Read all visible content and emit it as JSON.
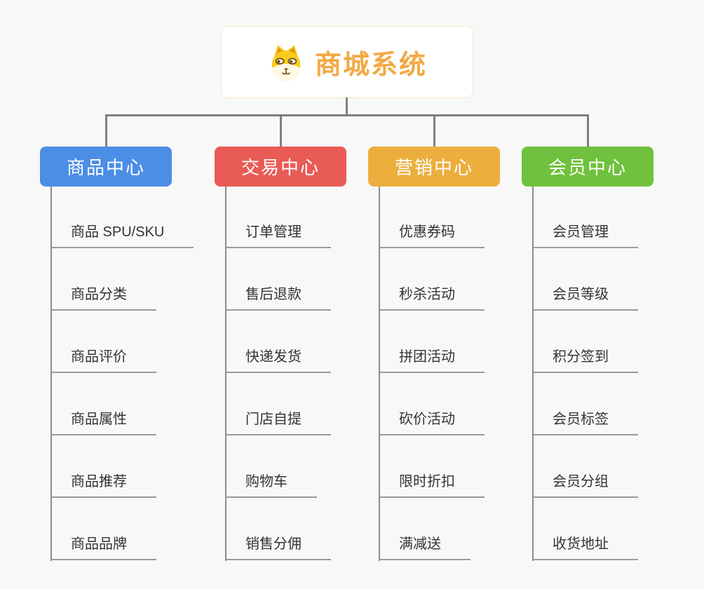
{
  "root": {
    "title": "商城系统",
    "icon": "shiba-dog-icon",
    "title_color": "#F2A944",
    "border_color": "#F5CE8E"
  },
  "branches": [
    {
      "label": "商品中心",
      "color": "#4C8EE6",
      "items": [
        "商品 SPU/SKU",
        "商品分类",
        "商品评价",
        "商品属性",
        "商品推荐",
        "商品品牌"
      ]
    },
    {
      "label": "交易中心",
      "color": "#E95C55",
      "items": [
        "订单管理",
        "售后退款",
        "快递发货",
        "门店自提",
        "购物车",
        "销售分佣"
      ]
    },
    {
      "label": "营销中心",
      "color": "#ECAF3E",
      "items": [
        "优惠券码",
        "秒杀活动",
        "拼团活动",
        "砍价活动",
        "限时折扣",
        "满减送"
      ]
    },
    {
      "label": "会员中心",
      "color": "#70C13D",
      "items": [
        "会员管理",
        "会员等级",
        "积分签到",
        "会员标签",
        "会员分组",
        "收货地址"
      ]
    }
  ]
}
